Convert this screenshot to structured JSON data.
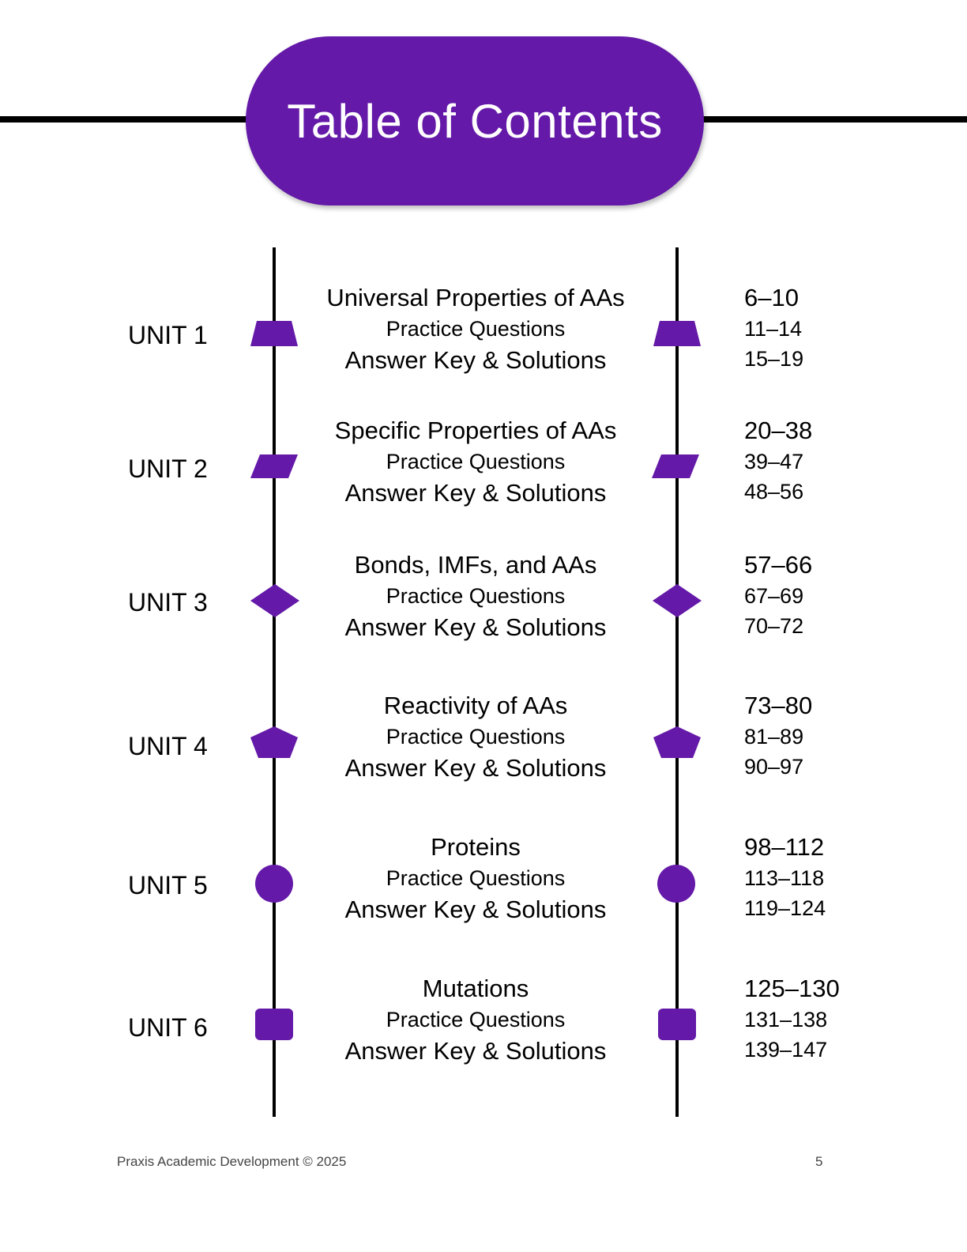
{
  "title": "Table of Contents",
  "accent_color": "#6419a8",
  "units": [
    {
      "label": "UNIT 1",
      "shape": "trapezoid-icon",
      "topic": "Universal Properties of AAs",
      "practice": "Practice Questions",
      "answers": "Answer Key & Solutions",
      "pages": [
        "6–10",
        "11–14",
        "15–19"
      ]
    },
    {
      "label": "UNIT 2",
      "shape": "parallelogram-icon",
      "topic": "Specific Properties of AAs",
      "practice": "Practice Questions",
      "answers": "Answer Key & Solutions",
      "pages": [
        "20–38",
        "39–47",
        "48–56"
      ]
    },
    {
      "label": "UNIT 3",
      "shape": "diamond-icon",
      "topic": "Bonds, IMFs, and AAs",
      "practice": "Practice Questions",
      "answers": "Answer Key & Solutions",
      "pages": [
        "57–66",
        "67–69",
        "70–72"
      ]
    },
    {
      "label": "UNIT 4",
      "shape": "pentagon-icon",
      "topic": "Reactivity of AAs",
      "practice": "Practice Questions",
      "answers": "Answer Key & Solutions",
      "pages": [
        "73–80",
        "81–89",
        "90–97"
      ]
    },
    {
      "label": "UNIT 5",
      "shape": "circle-icon",
      "topic": "Proteins",
      "practice": "Practice Questions",
      "answers": "Answer Key & Solutions",
      "pages": [
        "98–112",
        "113–118",
        "119–124"
      ]
    },
    {
      "label": "UNIT 6",
      "shape": "rounded-square-icon",
      "topic": "Mutations",
      "practice": "Practice Questions",
      "answers": "Answer Key & Solutions",
      "pages": [
        "125–130",
        "131–138",
        "139–147"
      ]
    }
  ],
  "footer": {
    "copyright": "Praxis Academic Development © 2025",
    "page_number": "5"
  }
}
